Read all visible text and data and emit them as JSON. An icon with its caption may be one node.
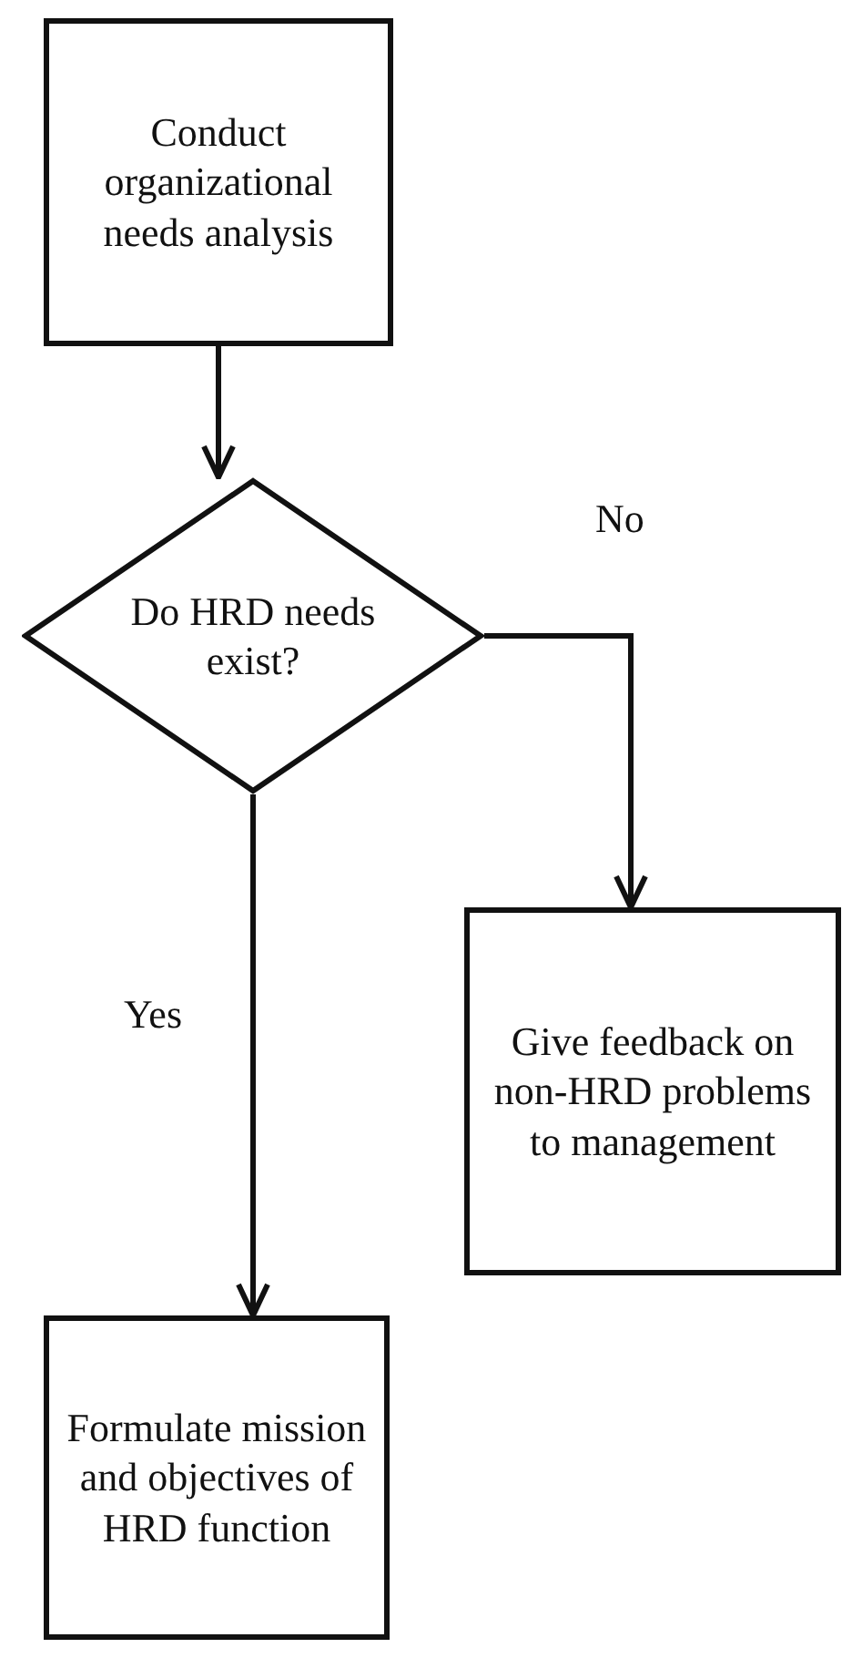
{
  "diagram": {
    "nodes": [
      {
        "text": [
          "Conduct organizational needs analysis"
        ]
      },
      {
        "text": [
          "Do HRD needs exist?"
        ]
      },
      {
        "text": [
          "Give feedback on non-HRD problems to management"
        ]
      },
      {
        "text": [
          "Formulate mission and objectives of HRD function"
        ]
      }
    ],
    "edges": [
      {
        "from": 0,
        "to": 1,
        "arrow": "to"
      },
      {
        "from": 1,
        "to": 2,
        "arrow": "to",
        "label": "No"
      },
      {
        "from": 1,
        "to": 3,
        "arrow": "to",
        "label": "Yes"
      }
    ]
  }
}
